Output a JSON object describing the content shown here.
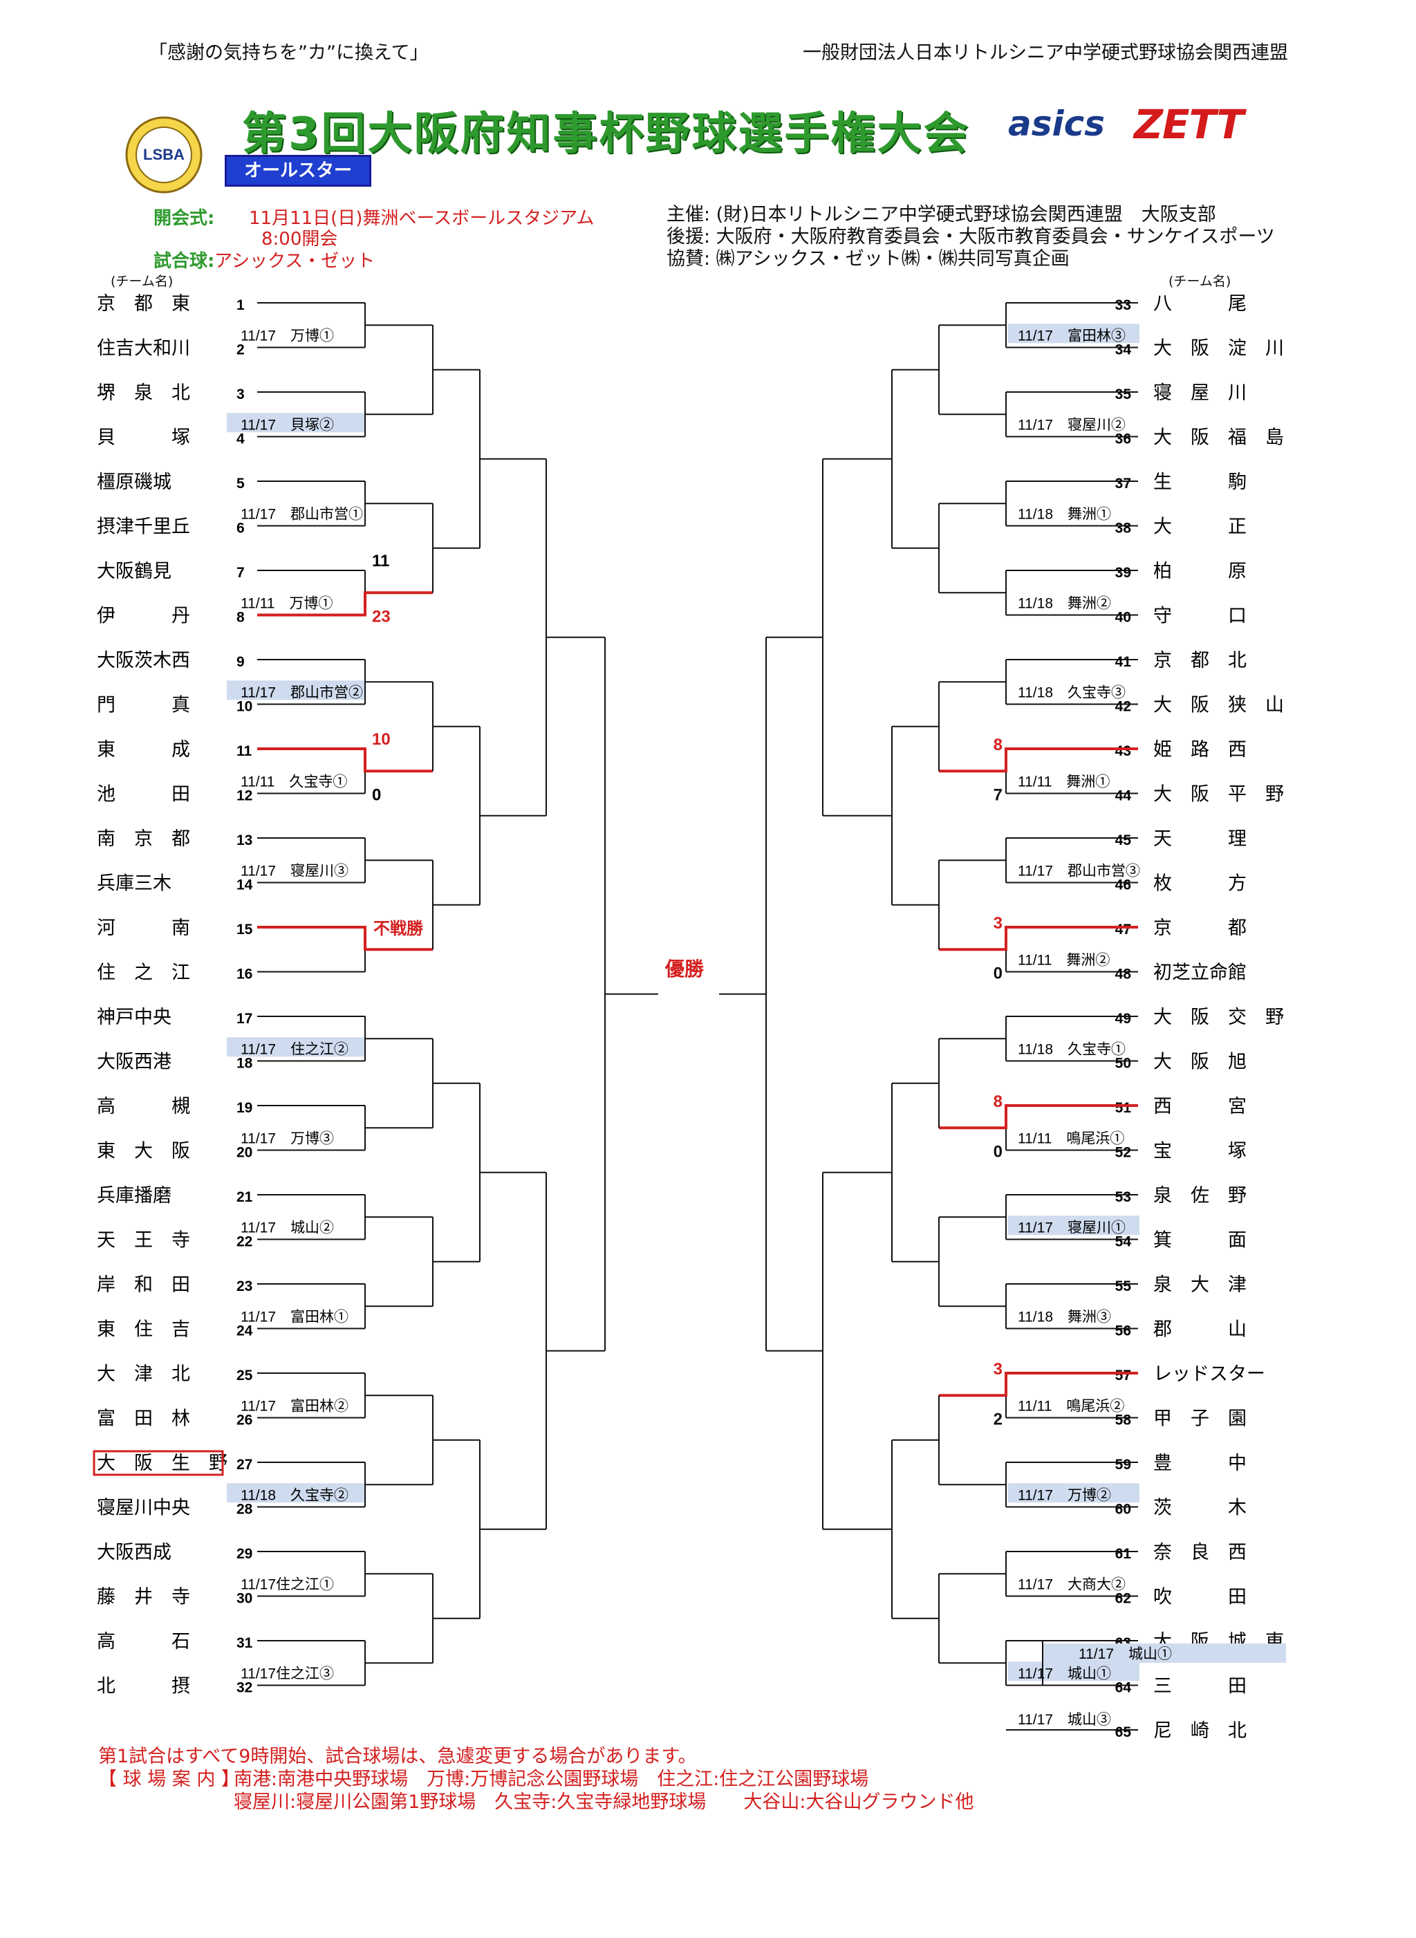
{
  "header": {
    "slogan": "「感謝の気持ちを”カ”に換えて」",
    "org": "一般財団法人日本リトルシニア中学硬式野球協会関西連盟",
    "title": "第3回大阪府知事杯野球選手権大会",
    "badge": "オールスター",
    "logo_text": "LSBA",
    "sponsor_logos": [
      "asics",
      "ZETT"
    ]
  },
  "info": {
    "opening_label": "開会式:",
    "opening_value": "11月11日(日)舞洲ベースボールスタジアム",
    "opening_time": "8:00開会",
    "ball_label": "試合球:",
    "ball_value": "アシックス・ゼット",
    "sponsors": [
      "主催: (財)日本リトルシニア中学硬式野球協会関西連盟　大阪支部",
      "後援: 大阪府・大阪府教育委員会・大阪市教育委員会・サンケイスポーツ",
      "協賛: ㈱アシックス・ゼット㈱・㈱共同写真企画"
    ]
  },
  "team_header": "(チーム名)",
  "left_teams": [
    {
      "num": "1",
      "name": "京　都　東"
    },
    {
      "num": "2",
      "name": "住吉大和川"
    },
    {
      "num": "3",
      "name": "堺　泉　北"
    },
    {
      "num": "4",
      "name": "貝　　　塚"
    },
    {
      "num": "5",
      "name": "橿原磯城"
    },
    {
      "num": "6",
      "name": "摂津千里丘"
    },
    {
      "num": "7",
      "name": "大阪鶴見"
    },
    {
      "num": "8",
      "name": "伊　　　丹"
    },
    {
      "num": "9",
      "name": "大阪茨木西"
    },
    {
      "num": "10",
      "name": "門　　　真"
    },
    {
      "num": "11",
      "name": "東　　　成"
    },
    {
      "num": "12",
      "name": "池　　　田"
    },
    {
      "num": "13",
      "name": "南　京　都"
    },
    {
      "num": "14",
      "name": "兵庫三木"
    },
    {
      "num": "15",
      "name": "河　　　南"
    },
    {
      "num": "16",
      "name": "住　之　江"
    },
    {
      "num": "17",
      "name": "神戸中央"
    },
    {
      "num": "18",
      "name": "大阪西港"
    },
    {
      "num": "19",
      "name": "高　　　槻"
    },
    {
      "num": "20",
      "name": "東　大　阪"
    },
    {
      "num": "21",
      "name": "兵庫播磨"
    },
    {
      "num": "22",
      "name": "天　王　寺"
    },
    {
      "num": "23",
      "name": "岸　和　田"
    },
    {
      "num": "24",
      "name": "東　住　吉"
    },
    {
      "num": "25",
      "name": "大　津　北"
    },
    {
      "num": "26",
      "name": "富　田　林"
    },
    {
      "num": "27",
      "name": "大　阪　生　野"
    },
    {
      "num": "28",
      "name": "寝屋川中央"
    },
    {
      "num": "29",
      "name": "大阪西成"
    },
    {
      "num": "30",
      "name": "藤　井　寺"
    },
    {
      "num": "31",
      "name": "高　　　石"
    },
    {
      "num": "32",
      "name": "北　　　摂"
    }
  ],
  "right_teams": [
    {
      "num": "33",
      "name": "八　　　尾"
    },
    {
      "num": "34",
      "name": "大　阪　淀　川"
    },
    {
      "num": "35",
      "name": "寝　屋　川"
    },
    {
      "num": "36",
      "name": "大　阪　福　島"
    },
    {
      "num": "37",
      "name": "生　　　駒"
    },
    {
      "num": "38",
      "name": "大　　　正"
    },
    {
      "num": "39",
      "name": "柏　　　原"
    },
    {
      "num": "40",
      "name": "守　　　口"
    },
    {
      "num": "41",
      "name": "京　都　北"
    },
    {
      "num": "42",
      "name": "大　阪　狭　山"
    },
    {
      "num": "43",
      "name": "姫　路　西"
    },
    {
      "num": "44",
      "name": "大　阪　平　野"
    },
    {
      "num": "45",
      "name": "天　　　理"
    },
    {
      "num": "46",
      "name": "枚　　　方"
    },
    {
      "num": "47",
      "name": "京　　　都"
    },
    {
      "num": "48",
      "name": "初芝立命館"
    },
    {
      "num": "49",
      "name": "大　阪　交　野"
    },
    {
      "num": "50",
      "name": "大　阪　旭"
    },
    {
      "num": "51",
      "name": "西　　　宮"
    },
    {
      "num": "52",
      "name": "宝　　　塚"
    },
    {
      "num": "53",
      "name": "泉　佐　野"
    },
    {
      "num": "54",
      "name": "箕　　　面"
    },
    {
      "num": "55",
      "name": "泉　大　津"
    },
    {
      "num": "56",
      "name": "郡　　　山"
    },
    {
      "num": "57",
      "name": "レッドスター"
    },
    {
      "num": "58",
      "name": "甲　子　園"
    },
    {
      "num": "59",
      "name": "豊　　　中"
    },
    {
      "num": "60",
      "name": "茨　　　木"
    },
    {
      "num": "61",
      "name": "奈　良　西"
    },
    {
      "num": "62",
      "name": "吹　　　田"
    },
    {
      "num": "63",
      "name": "大　阪　城　東"
    },
    {
      "num": "64",
      "name": "三　　　田"
    },
    {
      "num": "65",
      "name": "尼　崎　北"
    }
  ],
  "left_matches": [
    {
      "label": "11/17　万博①",
      "highlight": false
    },
    {
      "label": "11/17　貝塚②",
      "highlight": true
    },
    {
      "label": "11/17　郡山市営①",
      "highlight": false
    },
    {
      "label": "11/11　万博①",
      "highlight": false
    },
    {
      "label": "11/17　郡山市営②",
      "highlight": true
    },
    {
      "label": "11/11　久宝寺①",
      "highlight": false
    },
    {
      "label": "11/17　寝屋川③",
      "highlight": false
    },
    {
      "label": "",
      "highlight": false
    },
    {
      "label": "11/17　住之江②",
      "highlight": true
    },
    {
      "label": "11/17　万博③",
      "highlight": false
    },
    {
      "label": "11/17　城山②",
      "highlight": false
    },
    {
      "label": "11/17　富田林①",
      "highlight": false
    },
    {
      "label": "11/17　富田林②",
      "highlight": false
    },
    {
      "label": "11/18　久宝寺②",
      "highlight": true
    },
    {
      "label": "11/17住之江①",
      "highlight": false
    },
    {
      "label": "11/17住之江③",
      "highlight": false
    }
  ],
  "right_matches": [
    {
      "label": "11/17　富田林③",
      "highlight": true
    },
    {
      "label": "11/17　寝屋川②",
      "highlight": false
    },
    {
      "label": "11/18　舞洲①",
      "highlight": false
    },
    {
      "label": "11/18　舞洲②",
      "highlight": false
    },
    {
      "label": "11/18　久宝寺③",
      "highlight": false
    },
    {
      "label": "11/11　舞洲①",
      "highlight": false
    },
    {
      "label": "11/17　郡山市営③",
      "highlight": false
    },
    {
      "label": "11/11　舞洲②",
      "highlight": false
    },
    {
      "label": "11/18　久宝寺①",
      "highlight": false
    },
    {
      "label": "11/11　鳴尾浜①",
      "highlight": false
    },
    {
      "label": "11/17　寝屋川①",
      "highlight": true
    },
    {
      "label": "11/18　舞洲③",
      "highlight": false
    },
    {
      "label": "11/11　鳴尾浜②",
      "highlight": false
    },
    {
      "label": "11/17　万博②",
      "highlight": true
    },
    {
      "label": "11/17　大商大②",
      "highlight": false
    },
    {
      "label": "11/17　城山①",
      "highlight": true
    },
    {
      "label": "11/17　城山③",
      "highlight": false
    }
  ],
  "scores": {
    "m4_top": "11",
    "m4_bottom": "23",
    "m6_top": "10",
    "m6_bottom": "0",
    "m8_walkover": "不戦勝",
    "r6_top": "8",
    "r6_bottom": "7",
    "r8_top": "3",
    "r8_bottom": "0",
    "r10_top": "8",
    "r10_bottom": "0",
    "r13_top": "3",
    "r13_bottom": "2"
  },
  "champion_label": "優勝",
  "footer": {
    "line1": "第1試合はすべて9時開始、試合球場は、急遽変更する場合があります。",
    "line2_label": "【 球 場 案 内 】",
    "line2": "南港:南港中央野球場　万博:万博記念公園野球場　住之江:住之江公園野球場",
    "line3": "寝屋川:寝屋川公園第1野球場　久宝寺:久宝寺緑地野球場　　大谷山:大谷山グラウンド他"
  },
  "colors": {
    "red": "#d42020",
    "green": "#2e9a2e",
    "highlight": "#cfdcef",
    "blue": "#1f3fd0"
  }
}
